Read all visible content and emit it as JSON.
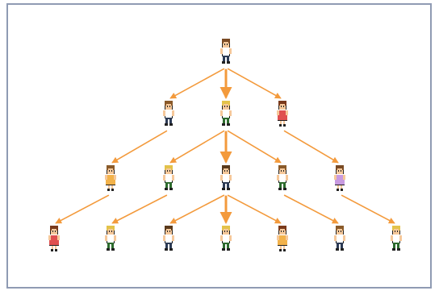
{
  "colors": {
    "arrow": "#f39a3c",
    "frame_border": "#8f9bb3",
    "background": "#ffffff"
  },
  "people": [
    {
      "id": "p0",
      "gen": 0,
      "hair": "#7a4a24",
      "body": "#ffffff",
      "legs": "#2d3b55",
      "dress": false
    },
    {
      "id": "p1",
      "gen": 1,
      "hair": "#8a5a2a",
      "body": "#ffffff",
      "legs": "#2d3b55",
      "dress": false
    },
    {
      "id": "p2",
      "gen": 1,
      "hair": "#e3c24a",
      "body": "#ffffff",
      "legs": "#2d6b2d",
      "dress": false
    },
    {
      "id": "p3",
      "gen": 1,
      "hair": "#7a3a1c",
      "body": "#e05050",
      "legs": "#e05050",
      "dress": true
    },
    {
      "id": "p4",
      "gen": 2,
      "hair": "#8a5a2a",
      "body": "#f2b24a",
      "legs": "#f2b24a",
      "dress": true
    },
    {
      "id": "p5",
      "gen": 2,
      "hair": "#e3c24a",
      "body": "#ffffff",
      "legs": "#2d6b2d",
      "dress": false
    },
    {
      "id": "p6",
      "gen": 2,
      "hair": "#5a3a1c",
      "body": "#ffffff",
      "legs": "#2d3b55",
      "dress": false
    },
    {
      "id": "p7",
      "gen": 2,
      "hair": "#8a5a2a",
      "body": "#ffffff",
      "legs": "#2d6b2d",
      "dress": false
    },
    {
      "id": "p8",
      "gen": 2,
      "hair": "#7a4a24",
      "body": "#c89ae0",
      "legs": "#c89ae0",
      "dress": true
    },
    {
      "id": "p9",
      "gen": 3,
      "hair": "#7a3a1c",
      "body": "#e05050",
      "legs": "#e05050",
      "dress": true
    },
    {
      "id": "p10",
      "gen": 3,
      "hair": "#e3c24a",
      "body": "#ffffff",
      "legs": "#2d6b2d",
      "dress": false
    },
    {
      "id": "p11",
      "gen": 3,
      "hair": "#5a3a1c",
      "body": "#ffffff",
      "legs": "#2d3b55",
      "dress": false
    },
    {
      "id": "p12",
      "gen": 3,
      "hair": "#e3c24a",
      "body": "#ffffff",
      "legs": "#2d6b2d",
      "dress": false
    },
    {
      "id": "p13",
      "gen": 3,
      "hair": "#7a3a1c",
      "body": "#f2b24a",
      "legs": "#f2b24a",
      "dress": true
    },
    {
      "id": "p14",
      "gen": 3,
      "hair": "#8a5a2a",
      "body": "#ffffff",
      "legs": "#2d3b55",
      "dress": false
    },
    {
      "id": "p15",
      "gen": 3,
      "hair": "#e3c24a",
      "body": "#ffffff",
      "legs": "#2d6b2d",
      "dress": false
    }
  ],
  "arrows": [
    {
      "from": "p0",
      "to": "p1",
      "style": "thin"
    },
    {
      "from": "p0",
      "to": "p2",
      "style": "bold"
    },
    {
      "from": "p0",
      "to": "p3",
      "style": "thin"
    },
    {
      "from": "p1",
      "to": "p4",
      "style": "thin"
    },
    {
      "from": "p2",
      "to": "p5",
      "style": "thin"
    },
    {
      "from": "p2",
      "to": "p6",
      "style": "bold"
    },
    {
      "from": "p2",
      "to": "p7",
      "style": "thin"
    },
    {
      "from": "p3",
      "to": "p8",
      "style": "thin"
    },
    {
      "from": "p4",
      "to": "p9",
      "style": "thin"
    },
    {
      "from": "p5",
      "to": "p10",
      "style": "thin"
    },
    {
      "from": "p6",
      "to": "p11",
      "style": "thin"
    },
    {
      "from": "p6",
      "to": "p12",
      "style": "bold"
    },
    {
      "from": "p6",
      "to": "p13",
      "style": "thin"
    },
    {
      "from": "p7",
      "to": "p14",
      "style": "thin"
    },
    {
      "from": "p8",
      "to": "p15",
      "style": "thin"
    }
  ]
}
